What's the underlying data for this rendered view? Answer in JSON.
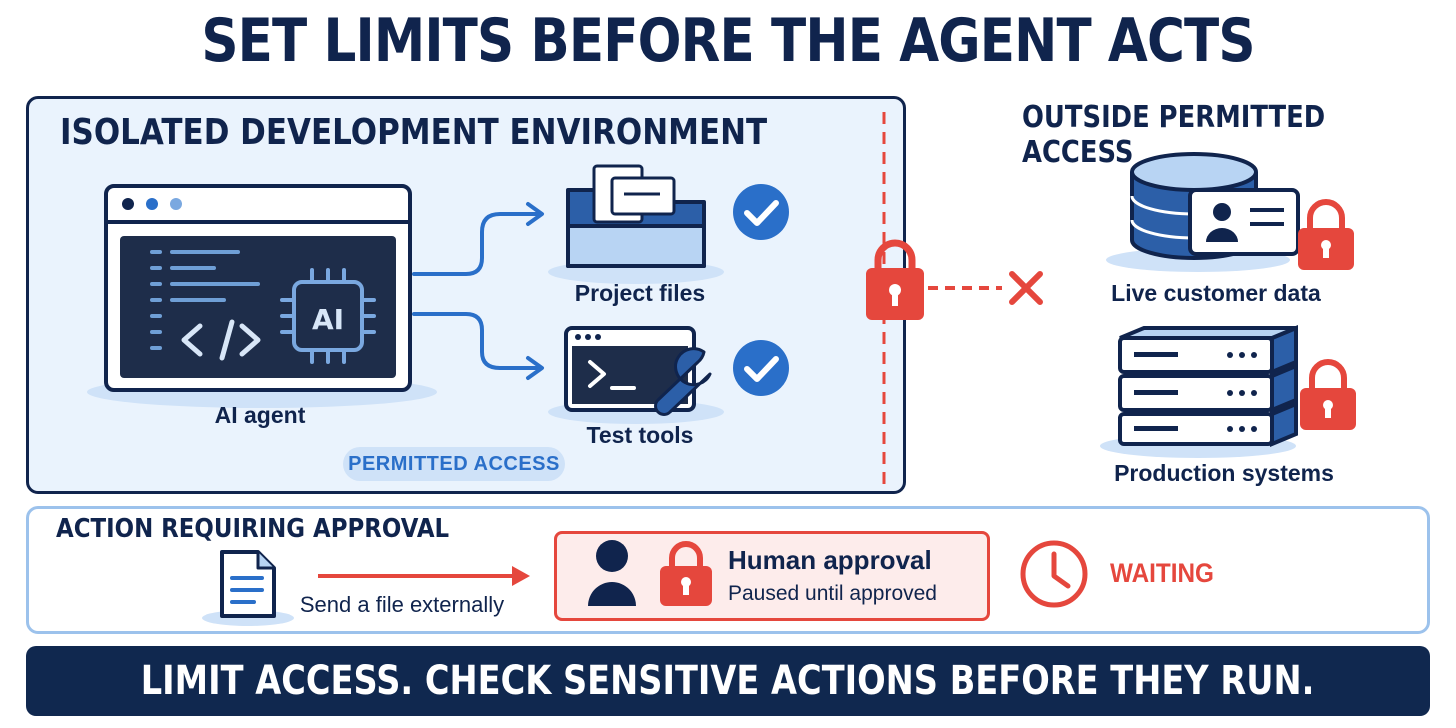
{
  "title": "SET LIMITS BEFORE THE AGENT ACTS",
  "isolated": {
    "title": "ISOLATED DEVELOPMENT ENVIRONMENT",
    "agent_label": "AI agent",
    "chip_text": "AI",
    "project_files_label": "Project files",
    "test_tools_label": "Test tools",
    "permitted_label": "PERMITTED ACCESS"
  },
  "outside": {
    "title": "OUTSIDE PERMITTED ACCESS",
    "customer_data_label": "Live customer data",
    "production_label": "Production systems"
  },
  "approval": {
    "title": "ACTION REQUIRING APPROVAL",
    "action_label": "Send a file externally",
    "human_title": "Human approval",
    "human_sub": "Paused until approved",
    "status": "WAITING"
  },
  "banner": "LIMIT ACCESS. CHECK SENSITIVE ACTIONS BEFORE THEY RUN.",
  "colors": {
    "navy": "#10244d",
    "blue": "#2a6fc9",
    "light_blue": "#eaf3fd",
    "red": "#e5473d"
  }
}
